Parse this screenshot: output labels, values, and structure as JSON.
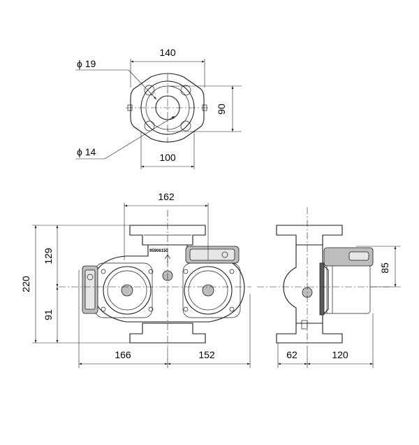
{
  "flange_view": {
    "width_140": "140",
    "width_100": "100",
    "height_90": "90",
    "hole_19": "ϕ 19",
    "hole_14": "ϕ 14"
  },
  "front_view": {
    "width_162": "162",
    "height_220": "220",
    "height_129": "129",
    "height_91": "91",
    "width_166": "166",
    "width_152": "152",
    "nameplate": "95906150"
  },
  "side_view": {
    "height_85": "85",
    "width_62": "62",
    "width_120": "120"
  }
}
